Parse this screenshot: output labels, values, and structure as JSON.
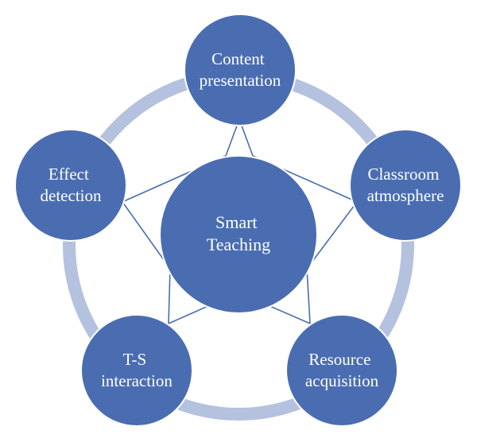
{
  "center": {
    "line1": "Smart",
    "line2": "Teaching"
  },
  "nodes": [
    {
      "line1": "Content",
      "line2": "presentation"
    },
    {
      "line1": "Classroom",
      "line2": "atmosphere"
    },
    {
      "line1": "Resource",
      "line2": "acquisition"
    },
    {
      "line1": "T-S",
      "line2": "interaction"
    },
    {
      "line1": "Effect",
      "line2": "detection"
    }
  ],
  "colors": {
    "node_fill": "#4a6db1",
    "node_stroke": "#ffffff",
    "ring": "#b4c1df",
    "star_line": "#4a6db1",
    "background": "#ffffff"
  }
}
